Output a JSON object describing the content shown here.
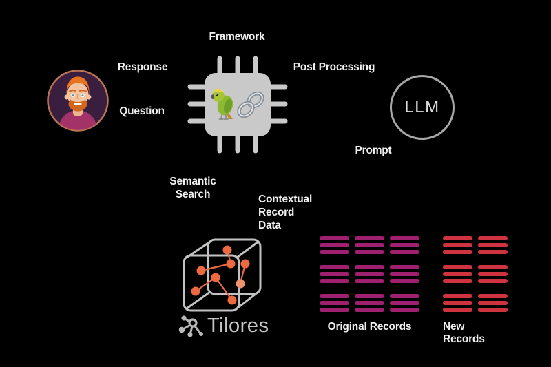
{
  "scene": {
    "background": "#000000",
    "text_color": "#f0f0f0"
  },
  "labels": {
    "framework": "Framework",
    "response": "Response",
    "question": "Question",
    "post_processing": "Post Processing",
    "prompt": "Prompt",
    "semantic_search": [
      "Semantic",
      "Search"
    ],
    "contextual_record_data": [
      "Contextual",
      "Record",
      "Data"
    ],
    "llm": "LLM",
    "tilores": "Tilores"
  },
  "records": {
    "original": {
      "label": "Original Records",
      "columns": 3,
      "rows": 3,
      "bars_per_record": 3,
      "color": "#a02070"
    },
    "new": {
      "label": "New Records",
      "columns": 2,
      "rows": 3,
      "bars_per_record": 3,
      "color": "#cf3340"
    }
  },
  "icons": {
    "user": "user-avatar-icon",
    "framework": "framework-chip-icon",
    "parrot": "parrot-icon",
    "chain": "chain-link-icon",
    "llm": "llm-circle",
    "cube": "tilores-cube-icon",
    "wordmark": "tilores-network-icon",
    "record": "record-icon"
  },
  "colors": {
    "record_original": "#a02070",
    "record_new": "#cf3340",
    "node_orange": "#ed6a41",
    "chip_gray": "#c9c9c9",
    "circle_outline": "#a8a8a8",
    "cube_outline": "#c2c2c2",
    "avatar_ring": "#bd7452",
    "wordmark_gray": "#c6c6c6"
  }
}
